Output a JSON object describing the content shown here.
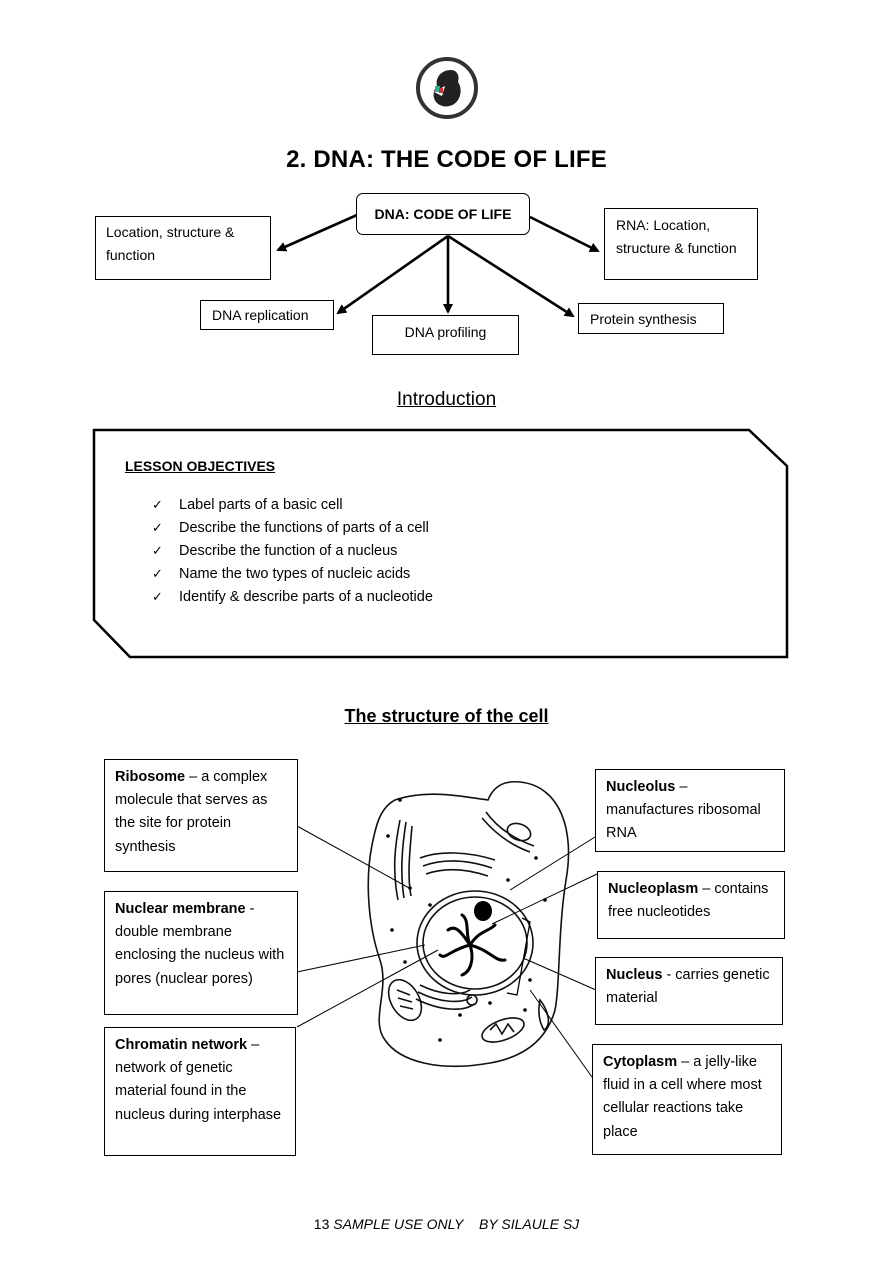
{
  "header": {
    "logo_icon": "fetus-icon",
    "title": "2. DNA: THE CODE OF LIFE"
  },
  "concept_map": {
    "center": "DNA: CODE OF LIFE",
    "location": "Location, structure & function",
    "rna": "RNA: Location, structure & function",
    "replication": "DNA replication",
    "profiling": "DNA profiling",
    "protein": "Protein synthesis"
  },
  "introduction": {
    "heading": "Introduction",
    "objectives_title": "LESSON OBJECTIVES",
    "check_icon": "check-icon",
    "objectives": [
      "Label parts of a basic cell",
      "Describe the functions of parts of a cell",
      "Describe the function of a nucleus",
      "Name the two types of nucleic acids",
      "Identify & describe parts of a nucleotide"
    ]
  },
  "cell_section": {
    "heading": "The structure of the cell",
    "labels": {
      "ribosome": {
        "term": "Ribosome",
        "desc": " – a complex molecule that serves as the site for protein synthesis"
      },
      "nuclear_membrane": {
        "term": "Nuclear membrane",
        "desc": " - double membrane enclosing the nucleus with pores (nuclear pores)"
      },
      "chromatin": {
        "term": "Chromatin network",
        "desc": " – network of genetic material found in the nucleus during interphase"
      },
      "nucleolus": {
        "term": "Nucleolus",
        "desc": " – manufactures ribosomal RNA"
      },
      "nucleoplasm": {
        "term": "Nucleoplasm",
        "desc": " – contains free nucleotides"
      },
      "nucleus": {
        "term": "Nucleus",
        "desc": " - carries genetic material"
      },
      "cytoplasm": {
        "term": "Cytoplasm",
        "desc": " – a jelly-like fluid in a cell where most cellular reactions take place"
      }
    }
  },
  "footer": {
    "page_number": "13",
    "sample": "SAMPLE USE ONLY",
    "author": "BY SILAULE SJ"
  }
}
